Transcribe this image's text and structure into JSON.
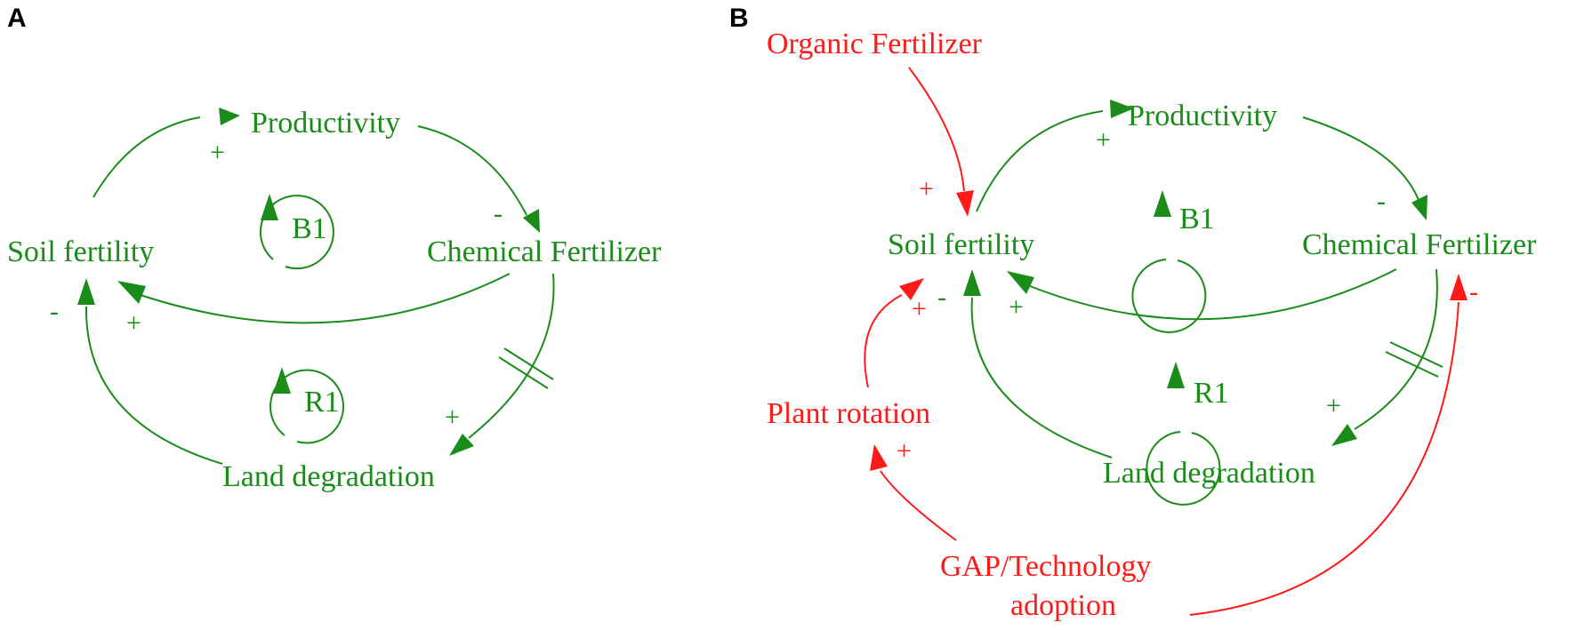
{
  "colors": {
    "main": "#1a8c1a",
    "intervention": "#ff1a1a",
    "label": "#000000"
  },
  "panel_a": {
    "label": "A",
    "nodes": {
      "productivity": "Productivity",
      "soil_fertility": "Soil fertility",
      "chemical_fertilizer": "Chemical Fertilizer",
      "land_degradation": "Land degradation"
    },
    "loops": {
      "balancing": "B1",
      "reinforcing": "R1"
    },
    "polarities": {
      "soil_to_productivity": "+",
      "productivity_to_chemical": "-",
      "chemical_to_soil": "+",
      "chemical_to_land": "+",
      "land_to_soil": "-"
    }
  },
  "panel_b": {
    "label": "B",
    "nodes": {
      "organic_fertilizer": "Organic Fertilizer",
      "productivity": "Productivity",
      "soil_fertility": "Soil fertility",
      "chemical_fertilizer": "Chemical Fertilizer",
      "plant_rotation": "Plant rotation",
      "land_degradation": "Land degradation",
      "gap_line1": "GAP/Technology",
      "gap_line2": "adoption"
    },
    "loops": {
      "balancing": "B1",
      "reinforcing": "R1"
    },
    "polarities": {
      "organic_to_soil": "+",
      "soil_to_productivity": "+",
      "productivity_to_chemical": "-",
      "chemical_to_soil": "+",
      "land_to_soil": "-",
      "rotation_to_soil": "+",
      "chemical_to_land": "+",
      "gap_to_rotation": "+",
      "gap_to_chemical": "-"
    }
  }
}
